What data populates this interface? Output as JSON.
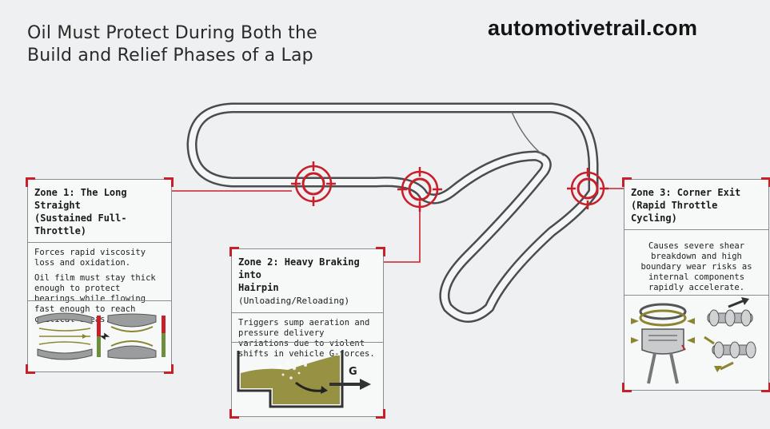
{
  "title": {
    "line1": "Oil Must Protect During Both the",
    "line2": "Build and Relief Phases of a Lap"
  },
  "brand": "automotivetrail.com",
  "colors": {
    "accent": "#c8202b",
    "track": "#4a4d50",
    "oil": "#8c8530",
    "background": "#eef0f1"
  },
  "zones": [
    {
      "title_line1": "Zone 1: The Long Straight",
      "title_line2": "(Sustained Full-Throttle)",
      "body": [
        "Forces rapid viscosity loss and oxidation.",
        "Oil film must stay thick enough to protect bearings while flowing fast enough to reach critical areas."
      ]
    },
    {
      "title_line1": "Zone 2: Heavy Braking into",
      "title_line2": "Hairpin",
      "title_suffix": "(Unloading/Reloading)",
      "body": [
        "Triggers sump aeration and pressure delivery variations due to violent shifts in vehicle G-forces."
      ],
      "g_label": "G"
    },
    {
      "title_line1": "Zone 3: Corner Exit",
      "title_line2": "(Rapid Throttle Cycling)",
      "body": [
        "Causes severe shear breakdown and high boundary wear risks as internal components rapidly accelerate."
      ]
    }
  ]
}
